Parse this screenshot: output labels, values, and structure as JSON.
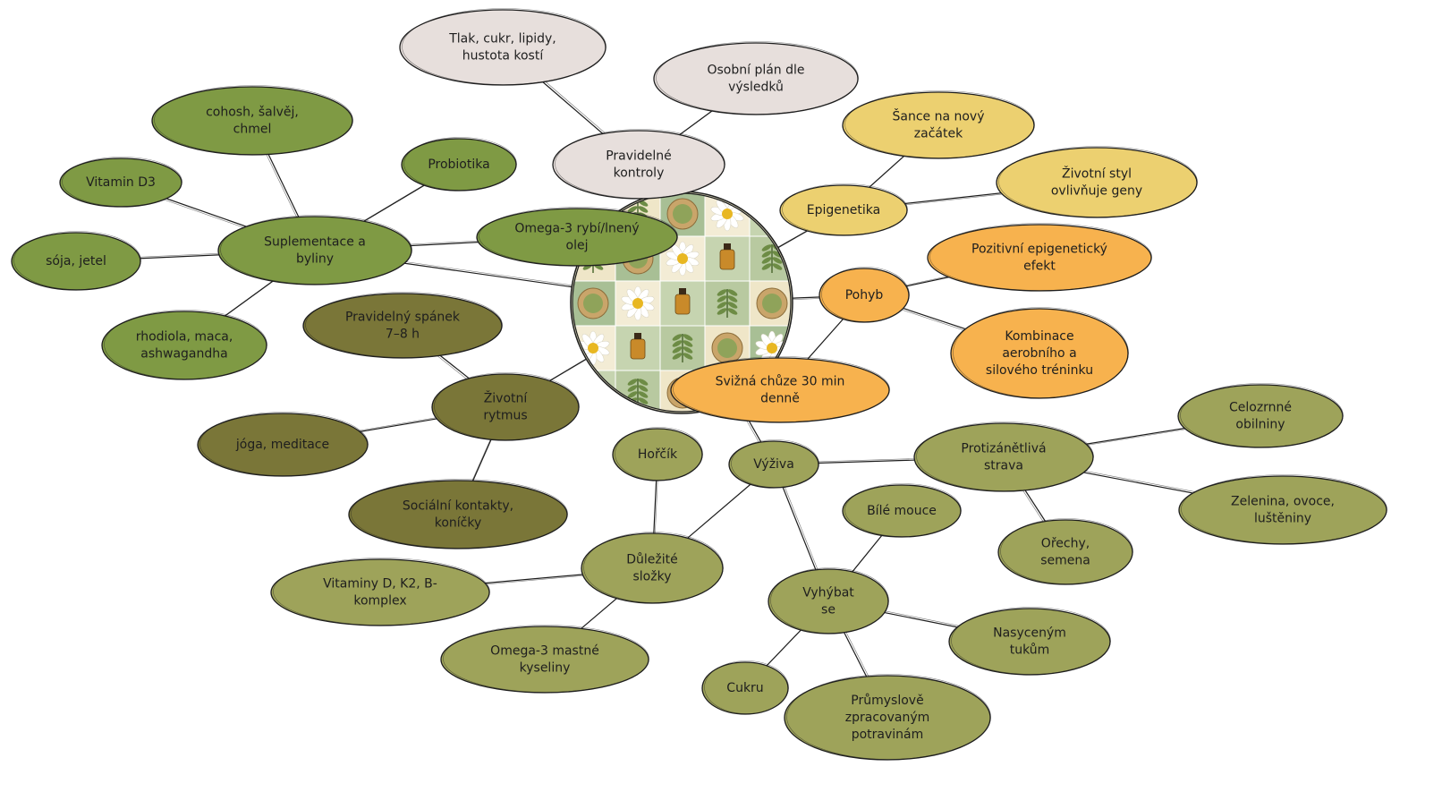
{
  "center": {
    "label": "",
    "image": "herbal-bottles-collage"
  },
  "colors": {
    "green": "#7f9a44",
    "olive": "#9ea35a",
    "dark_olive": "#7a7638",
    "pink": "#e7dfdc",
    "yellow": "#ecd070",
    "orange": "#f7b24e",
    "stroke": "#1e1e1e"
  },
  "nodes": {
    "omega_oil": [
      "Omega-3 rybí/lnený",
      "olej"
    ],
    "supplementation": [
      "Suplementace a",
      "byliny"
    ],
    "cohosh": [
      "cohosh, šalvěj,",
      "chmel"
    ],
    "probiotics": [
      "Probiotika"
    ],
    "vitamin_d3": [
      "Vitamin D3"
    ],
    "soy_clover": [
      "sója, jetel"
    ],
    "rhodiola": [
      "rhodiola, maca,",
      "ashwagandha"
    ],
    "checkups": [
      "Pravidelné",
      "kontroly"
    ],
    "checkup_metrics": [
      "Tlak, cukr, lipidy,",
      "hustota kostí"
    ],
    "personal_plan": [
      "Osobní plán dle",
      "výsledků"
    ],
    "epigenetics": [
      "Epigenetika"
    ],
    "new_start": [
      "Šance na nový",
      "začátek"
    ],
    "lifestyle_genes": [
      "Životní styl",
      "ovlivňuje geny"
    ],
    "movement": [
      "Pohyb"
    ],
    "positive_epi": [
      "Pozitivní epigenetický",
      "efekt"
    ],
    "aerobic_strength": [
      "Kombinace",
      "aerobního a",
      "silového tréninku"
    ],
    "brisk_walk": [
      "Svižná chůze 30 min",
      "denně"
    ],
    "life_rhythm": [
      "Životní",
      "rytmus"
    ],
    "sleep": [
      "Pravidelný spánek",
      "7–8 h"
    ],
    "yoga": [
      "jóga, meditace"
    ],
    "social": [
      "Sociální kontakty,",
      "koníčky"
    ],
    "nutrition": [
      "Výživa"
    ],
    "anti_inflammatory": [
      "Protizánětlivá",
      "strava"
    ],
    "whole_grains": [
      "Celozrnné",
      "obilniny"
    ],
    "vegetables": [
      "Zelenina, ovoce,",
      "luštěniny"
    ],
    "nuts_seeds": [
      "Ořechy,",
      "semena"
    ],
    "important_components": [
      "Důležité",
      "složky"
    ],
    "magnesium": [
      "Hořčík"
    ],
    "vitamins": [
      "Vitaminy D, K2, B-",
      "komplex"
    ],
    "omega_fatty": [
      "Omega-3 mastné",
      "kyseliny"
    ],
    "avoid": [
      "Vyhýbat",
      "se"
    ],
    "white_flour": [
      "Bílé mouce"
    ],
    "saturated_fats": [
      "Nasyceným",
      "tukům"
    ],
    "sugar": [
      "Cukru"
    ],
    "processed_food": [
      "Průmyslově",
      "zpracovaným",
      "potravinám"
    ]
  }
}
